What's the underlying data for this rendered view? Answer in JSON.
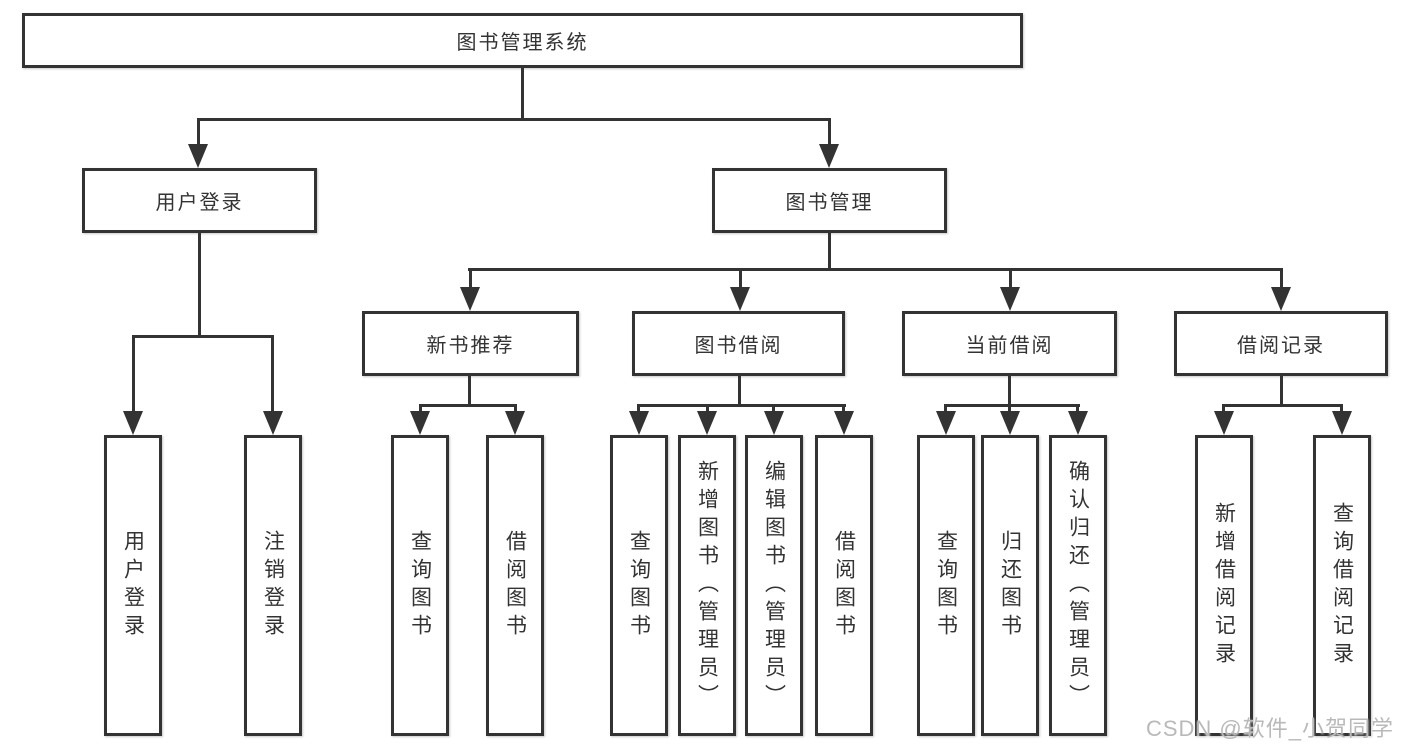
{
  "colors": {
    "line": "#333333",
    "text": "#333333",
    "background": "#ffffff",
    "watermark": "#b9b9b9"
  },
  "watermark": "CSDN @软件_小贺同学",
  "diagram": {
    "root": "图书管理系统",
    "level2": {
      "login": "用户登录",
      "management": "图书管理"
    },
    "level3": {
      "recommend": "新书推荐",
      "borrow": "图书借阅",
      "current": "当前借阅",
      "records": "借阅记录"
    },
    "leaves": {
      "login": [
        "用户登录",
        "注销登录"
      ],
      "recommend": [
        "查询图书",
        "借阅图书"
      ],
      "borrow": [
        "查询图书",
        "新增图书（管理员）",
        "编辑图书（管理员）",
        "借阅图书"
      ],
      "current": [
        "查询图书",
        "归还图书",
        "确认归还（管理员）"
      ],
      "records": [
        "新增借阅记录",
        "查询借阅记录"
      ]
    }
  }
}
